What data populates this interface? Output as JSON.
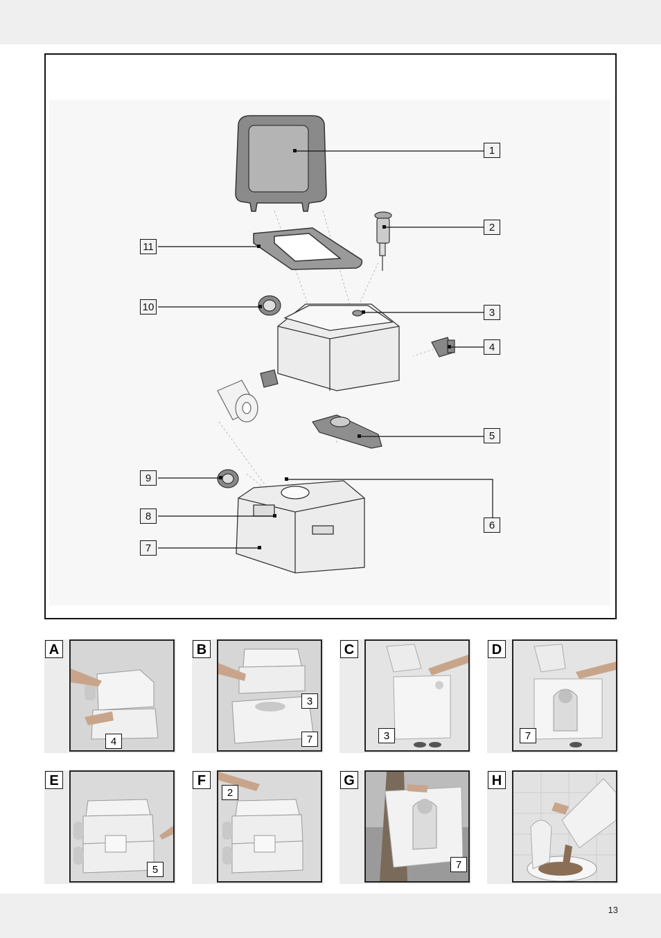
{
  "page_number": "13",
  "diagram": {
    "part_labels": [
      "1",
      "2",
      "3",
      "4",
      "5",
      "6",
      "7",
      "8",
      "9",
      "10",
      "11"
    ]
  },
  "steps": [
    {
      "letter": "A",
      "callouts": [
        "4"
      ]
    },
    {
      "letter": "B",
      "callouts": [
        "3",
        "7"
      ]
    },
    {
      "letter": "C",
      "callouts": [
        "3"
      ]
    },
    {
      "letter": "D",
      "callouts": [
        "7"
      ]
    },
    {
      "letter": "E",
      "callouts": [
        "5"
      ]
    },
    {
      "letter": "F",
      "callouts": [
        "2"
      ]
    },
    {
      "letter": "G",
      "callouts": [
        "7"
      ]
    },
    {
      "letter": "H",
      "callouts": []
    }
  ]
}
